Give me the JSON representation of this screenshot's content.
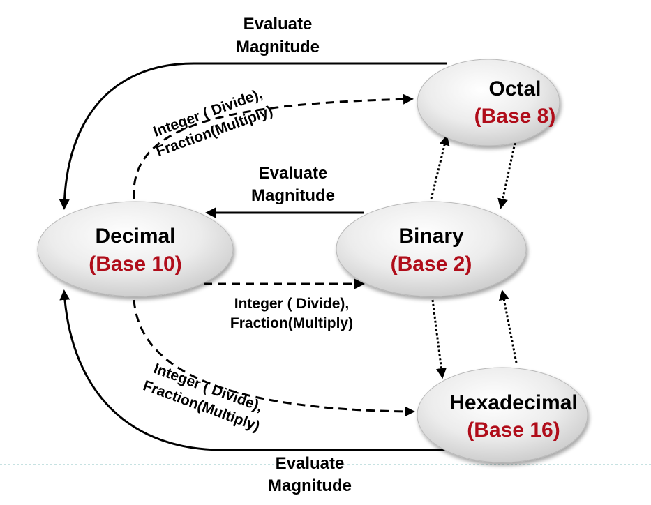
{
  "colors": {
    "base_text": "#b00d1a",
    "node_fill_light": "#ffffff",
    "node_fill_dark": "#c8c8c8",
    "line": "#000000",
    "separator": "#8fc4c4"
  },
  "nodes": {
    "decimal": {
      "name": "Decimal",
      "base": "(Base 10)"
    },
    "binary": {
      "name": "Binary",
      "base": "(Base 2)"
    },
    "octal": {
      "name": "Octal",
      "base": "(Base 8)"
    },
    "hexadecimal": {
      "name": "Hexadecimal",
      "base": "(Base 16)"
    }
  },
  "edges": {
    "octal_to_decimal": {
      "line1": "Evaluate",
      "line2": "Magnitude"
    },
    "decimal_to_octal": {
      "line1": "Integer ( Divide),",
      "line2": "Fraction(Multiply)"
    },
    "binary_to_decimal": {
      "line1": "Evaluate",
      "line2": "Magnitude"
    },
    "decimal_to_binary": {
      "line1": "Integer ( Divide),",
      "line2": "Fraction(Multiply)"
    },
    "decimal_to_hex": {
      "line1": "Integer ( Divide),",
      "line2": "Fraction(Multiply)"
    },
    "hex_to_decimal": {
      "line1": "Evaluate",
      "line2": "Magnitude"
    }
  }
}
